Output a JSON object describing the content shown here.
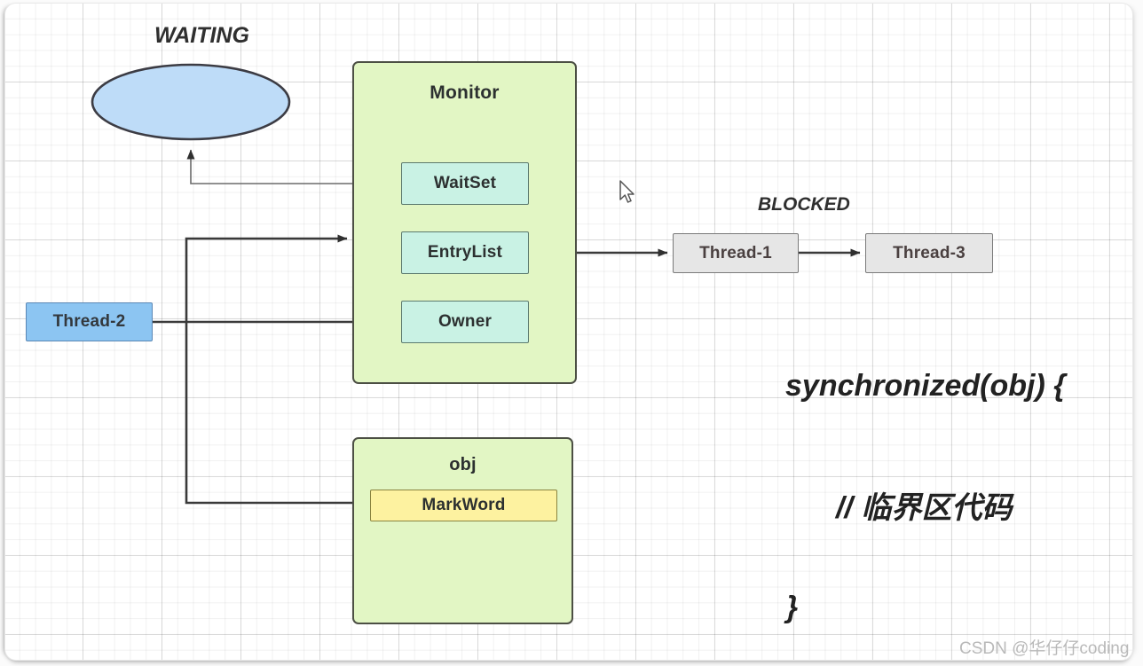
{
  "diagram": {
    "title_waiting": "WAITING",
    "title_blocked": "BLOCKED",
    "monitor": {
      "title": "Monitor",
      "slots": [
        {
          "label": "WaitSet"
        },
        {
          "label": "EntryList"
        },
        {
          "label": "Owner"
        }
      ]
    },
    "obj": {
      "title": "obj",
      "field": "MarkWord"
    },
    "threads": {
      "blocked": [
        {
          "label": "Thread-1"
        },
        {
          "label": "Thread-3"
        }
      ],
      "owner": {
        "label": "Thread-2"
      },
      "waiting_ellipse_label": ""
    },
    "code": {
      "line1": "synchronized(obj) {",
      "line2": "// 临界区代码",
      "line3": "}"
    },
    "watermark": "CSDN @华仔仔coding",
    "colors": {
      "monitor_fill": "#e2f6c4",
      "monitor_stroke": "#4c4f44",
      "slot_fill": "#c9f2e4",
      "slot_stroke": "#5c7a6e",
      "markword_fill": "#fdf2a0",
      "markword_stroke": "#8a8440",
      "thread_blocked_fill": "#e6e6e6",
      "thread_blocked_stroke": "#7a7a7a",
      "thread_owner_fill": "#8cc5f2",
      "thread_owner_stroke": "#5a87b5",
      "waiting_ellipse_fill": "#bedcf8",
      "waiting_ellipse_stroke": "#3c3c44",
      "connector": "#3a3a3a",
      "grid": "#eaeaea"
    }
  }
}
